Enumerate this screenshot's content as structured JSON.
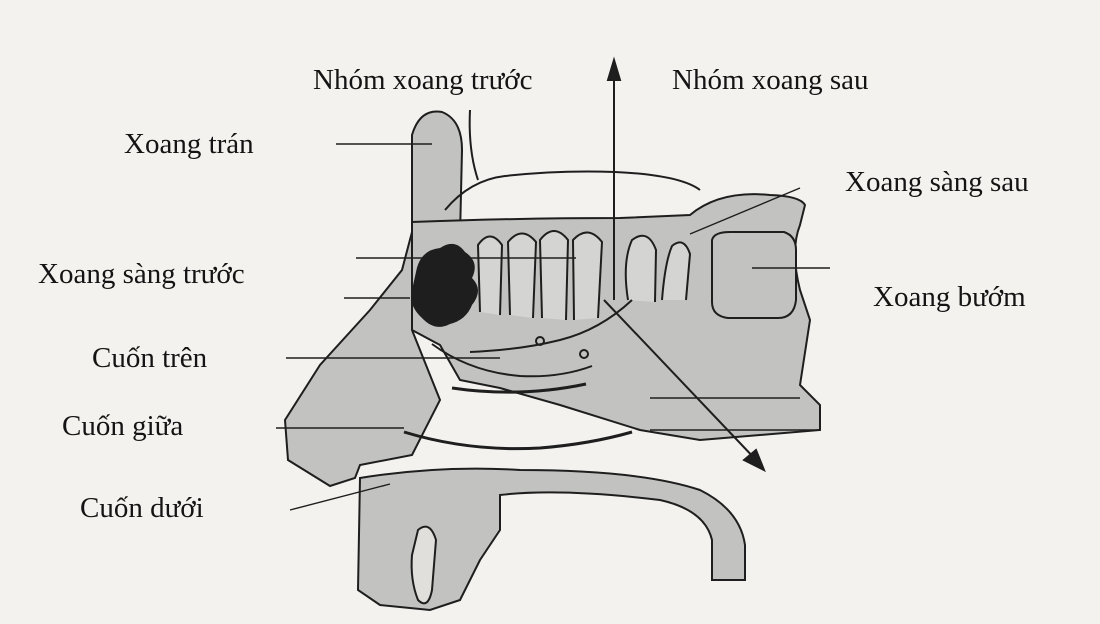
{
  "labels": {
    "anterior_group": "Nhóm xoang trước",
    "posterior_group": "Nhóm xoang sau",
    "frontal_sinus": "Xoang trán",
    "posterior_ethmoid": "Xoang sàng sau",
    "anterior_ethmoid": "Xoang sàng trước",
    "sphenoid_sinus": "Xoang bướm",
    "superior_turbinate": "Cuốn  trên",
    "middle_turbinate": "Cuốn  giữa",
    "inferior_turbinate": "Cuốn  dưới"
  },
  "colors": {
    "background": "#f4f2ee",
    "anatomy_fill": "#c2c2c0",
    "dark_cells": "#1e1e1e",
    "ink": "#141414"
  }
}
